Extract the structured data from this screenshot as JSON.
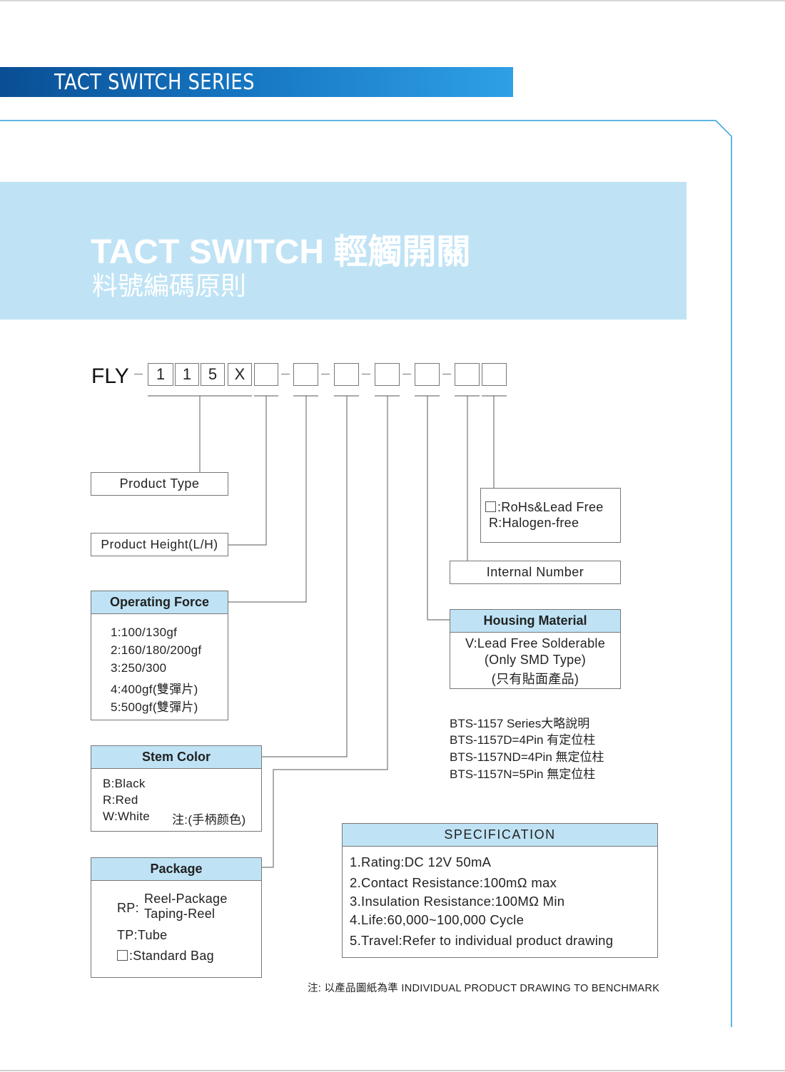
{
  "series_title": "TACT SWITCH  SERIES",
  "banner": {
    "title": "TACT SWITCH 輕觸開關",
    "subtitle": "料號編碼原則"
  },
  "code": {
    "prefix": "FLY",
    "boxes": [
      "1",
      "1",
      "5",
      "X",
      "",
      "",
      "",
      "",
      "",
      "",
      ""
    ]
  },
  "product_type": {
    "label": "Product Type"
  },
  "product_height": {
    "label": "Product Height(L/H)"
  },
  "operating_force": {
    "title": "Operating Force",
    "items": [
      "1:100/130gf",
      "2:160/180/200gf",
      "3:250/300",
      "4:400gf(雙彈片)",
      "5:500gf(雙彈片)"
    ]
  },
  "stem_color": {
    "title": "Stem Color",
    "items": [
      "B:Black",
      "R:Red",
      "W:White"
    ],
    "note": "注:(手柄颜色)"
  },
  "package": {
    "title": "Package",
    "rp_prefix": "RP:",
    "rp_line1": "Reel-Package",
    "rp_line2": "Taping-Reel",
    "tp": "TP:Tube",
    "bag": ":Standard Bag"
  },
  "rohs": {
    "line1": ":RoHs&Lead Free",
    "line2": "R:Halogen-free"
  },
  "internal_number": {
    "label": "Internal Number"
  },
  "housing": {
    "title": "Housing Material",
    "items": [
      "V:Lead Free Solderable",
      "(Only SMD Type)",
      "(只有貼面產品)"
    ]
  },
  "bts_notes": [
    "BTS-1157 Series大略說明",
    "BTS-1157D=4Pin 有定位柱",
    "BTS-1157ND=4Pin 無定位柱",
    "BTS-1157N=5Pin 無定位柱"
  ],
  "specification": {
    "title": "SPECIFICATION",
    "items": [
      "1.Rating:DC 12V 50mA",
      "2.Contact Resistance:100mΩ max",
      "3.Insulation Resistance:100MΩ Min",
      "4.Life:60,000~100,000 Cycle",
      "5.Travel:Refer to individual product drawing"
    ]
  },
  "footnote": "注:  以產品圖紙為準   INDIVIDUAL PRODUCT DRAWING TO BENCHMARK",
  "colors": {
    "series_bar_dark": "#0a4e94",
    "series_bar_light": "#2fa0e6",
    "banner_bg": "#bfe3f5",
    "header_bg": "#bfe3f5",
    "frame_line": "#2a9fd8"
  }
}
